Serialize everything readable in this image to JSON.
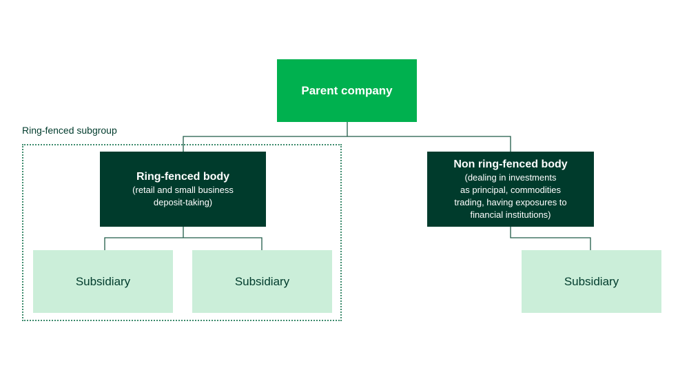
{
  "diagram": {
    "parent": {
      "label": "Parent company"
    },
    "subgroup": {
      "label": "Ring-fenced subgroup"
    },
    "ring_fenced_body": {
      "title": "Ring-fenced body",
      "description": "(retail and small business\ndeposit-taking)"
    },
    "non_ring_fenced_body": {
      "title": "Non ring-fenced body",
      "description": "(dealing in investments\nas principal, commodities\ntrading, having exposures to\nfinancial institutions)"
    },
    "subsidiaries": [
      {
        "label": "Subsidiary"
      },
      {
        "label": "Subsidiary"
      },
      {
        "label": "Subsidiary"
      }
    ],
    "colors": {
      "parent_fill": "#00b14f",
      "body_fill": "#003b2c",
      "subsidiary_fill": "#cbeed9",
      "connector": "#1f5a47",
      "subgroup_border": "#3b8a6b"
    }
  }
}
